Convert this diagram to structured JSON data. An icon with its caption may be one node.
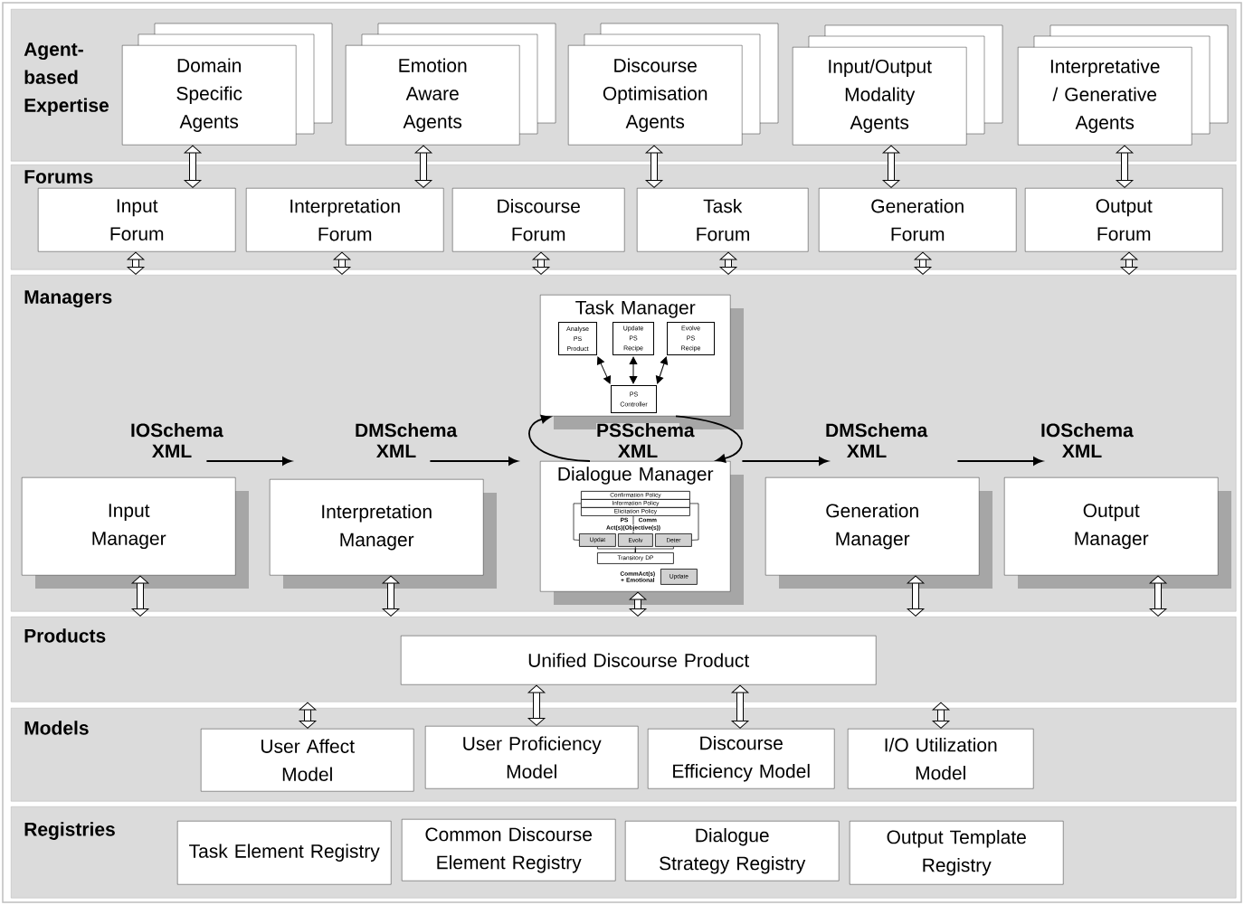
{
  "diagram": {
    "nodes": [
      {
        "text": [
          "Agent-based Expertise"
        ]
      },
      {
        "text": [
          "Domain Specific Agents"
        ],
        "in": 0
      },
      {
        "text": [
          "Emotion Aware Agents"
        ],
        "in": 0
      },
      {
        "text": [
          "Discourse Optimisation Agents"
        ],
        "in": 0
      },
      {
        "text": [
          "Input/Output Modality Agents"
        ],
        "in": 0
      },
      {
        "text": [
          "Interpretative / Generative Agents"
        ],
        "in": 0
      },
      {
        "text": [
          "Forums"
        ]
      },
      {
        "text": [
          "Input Forum"
        ],
        "in": 6
      },
      {
        "text": [
          "Interpretation Forum"
        ],
        "in": 6
      },
      {
        "text": [
          "Discourse Forum"
        ],
        "in": 6
      },
      {
        "text": [
          "Task Forum"
        ],
        "in": 6
      },
      {
        "text": [
          "Generation Forum"
        ],
        "in": 6
      },
      {
        "text": [
          "Output Forum"
        ],
        "in": 6
      },
      {
        "text": [
          "Managers"
        ]
      },
      {
        "text": [
          "Task Manager"
        ],
        "in": 13
      },
      {
        "text": [
          "Analyse PS Product"
        ],
        "in": 14
      },
      {
        "text": [
          "Update PS Recipe"
        ],
        "in": 14
      },
      {
        "text": [
          "Evolve PS Recipe"
        ],
        "in": 14
      },
      {
        "text": [
          "PS Controller"
        ],
        "in": 14
      },
      {
        "text": [
          "Input Manager"
        ],
        "in": 13
      },
      {
        "text": [
          "Interpretation Manager"
        ],
        "in": 13
      },
      {
        "text": [
          "Dialogue Manager"
        ],
        "in": 13
      },
      {
        "text": [
          "Confirmation Policy"
        ],
        "in": 21
      },
      {
        "text": [
          "Information Policy"
        ],
        "in": 21
      },
      {
        "text": [
          "Elicitation Policy"
        ],
        "in": 21
      },
      {
        "text": [
          "Updat"
        ],
        "in": 21
      },
      {
        "text": [
          "Evolv"
        ],
        "in": 21
      },
      {
        "text": [
          "Deter"
        ],
        "in": 21
      },
      {
        "text": [
          "Transitory DP"
        ],
        "in": 21
      },
      {
        "text": [
          "Update"
        ],
        "in": 21,
        "beside": [
          "CommAct(s) + Emotional"
        ]
      },
      {
        "text": [
          "Generation Manager"
        ],
        "in": 13
      },
      {
        "text": [
          "Output Manager"
        ],
        "in": 13
      },
      {
        "text": [
          "Products"
        ]
      },
      {
        "text": [
          "Unified Discourse Product"
        ],
        "in": 32
      },
      {
        "text": [
          "Models"
        ]
      },
      {
        "text": [
          "User Affect Model"
        ],
        "in": 34
      },
      {
        "text": [
          "User Proficiency Model"
        ],
        "in": 34
      },
      {
        "text": [
          "Discourse Efficiency Model"
        ],
        "in": 34
      },
      {
        "text": [
          "I/O Utilization Model"
        ],
        "in": 34
      },
      {
        "text": [
          "Registries"
        ]
      },
      {
        "text": [
          "Task Element Registry"
        ],
        "in": 39
      },
      {
        "text": [
          "Common Discourse Element Registry"
        ],
        "in": 39
      },
      {
        "text": [
          "Dialogue Strategy Registry"
        ],
        "in": 39
      },
      {
        "text": [
          "Output Template Registry"
        ],
        "in": 39
      }
    ],
    "edges": [
      {
        "from": 1,
        "to": 7,
        "arrow": "both"
      },
      {
        "from": 2,
        "to": 8,
        "arrow": "both"
      },
      {
        "from": 3,
        "to": 10,
        "arrow": "both"
      },
      {
        "from": 4,
        "to": 11,
        "arrow": "both"
      },
      {
        "from": 5,
        "to": 12,
        "arrow": "both"
      },
      {
        "from": 7,
        "to": 13,
        "arrow": "both"
      },
      {
        "from": 8,
        "to": 13,
        "arrow": "both"
      },
      {
        "from": 9,
        "to": 13,
        "arrow": "both"
      },
      {
        "from": 10,
        "to": 13,
        "arrow": "both"
      },
      {
        "from": 11,
        "to": 13,
        "arrow": "both"
      },
      {
        "from": 12,
        "to": 13,
        "arrow": "both"
      },
      {
        "from": 19,
        "to": 32,
        "arrow": "both"
      },
      {
        "from": 20,
        "to": 32,
        "arrow": "both"
      },
      {
        "from": 21,
        "to": 32,
        "arrow": "both"
      },
      {
        "from": 30,
        "to": 32,
        "arrow": "both"
      },
      {
        "from": 31,
        "to": 32,
        "arrow": "both"
      },
      {
        "from": 32,
        "to": 35,
        "arrow": "both"
      },
      {
        "from": 33,
        "to": 36,
        "arrow": "both"
      },
      {
        "from": 33,
        "to": 37,
        "arrow": "both"
      },
      {
        "from": 32,
        "to": 38,
        "arrow": "both"
      },
      {
        "from": 19,
        "to": 20,
        "arrow": "to",
        "label": "IOSchema XML"
      },
      {
        "from": 20,
        "to": 21,
        "arrow": "to",
        "label": "DMSchema XML"
      },
      {
        "from": 21,
        "to": 14,
        "arrow": "to",
        "label": "PSSchema XML"
      },
      {
        "from": 14,
        "to": 21,
        "arrow": "to"
      },
      {
        "from": 21,
        "to": 30,
        "arrow": "to",
        "label": "DMSchema XML"
      },
      {
        "from": 30,
        "to": 31,
        "arrow": "to",
        "label": "IOSchema XML"
      },
      {
        "from": 18,
        "to": 15,
        "arrow": "both"
      },
      {
        "from": 18,
        "to": 16,
        "arrow": "both"
      },
      {
        "from": 18,
        "to": 17,
        "arrow": "both"
      },
      {
        "from": 23,
        "to": 25,
        "arrow": "none"
      },
      {
        "from": 23,
        "to": 27,
        "arrow": "none"
      },
      {
        "from": 24,
        "to": 26,
        "arrow": "none"
      },
      {
        "from": 25,
        "to": 28,
        "arrow": "none"
      },
      {
        "from": 26,
        "to": 28,
        "arrow": "none"
      },
      {
        "from": 27,
        "to": 28,
        "arrow": "none"
      }
    ],
    "labels": [
      "PS",
      "Comm",
      "Act(s)(Objective(s))"
    ]
  }
}
